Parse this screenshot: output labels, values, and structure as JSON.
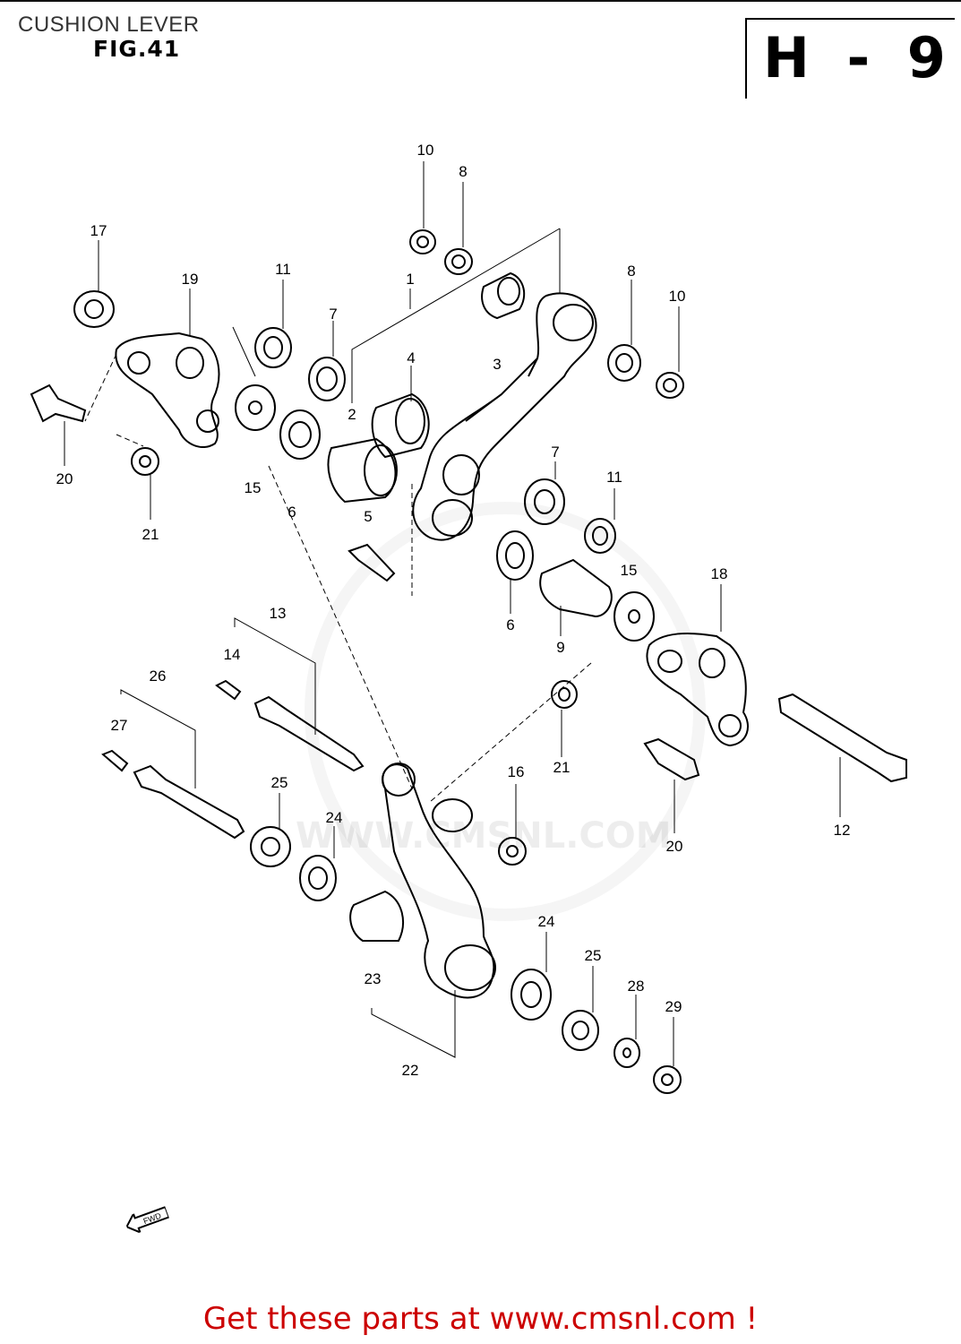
{
  "header": {
    "title": "CUSHION LEVER",
    "figure": "FIG.41",
    "section": "H - 9"
  },
  "watermark": {
    "text": "WWW.CMSNL.COM"
  },
  "callouts": {
    "c1": "1",
    "c2": "2",
    "c3": "3",
    "c4": "4",
    "c5": "5",
    "c6a": "6",
    "c6b": "6",
    "c7a": "7",
    "c7b": "7",
    "c8a": "8",
    "c8b": "8",
    "c9": "9",
    "c10a": "10",
    "c10b": "10",
    "c11a": "11",
    "c11b": "11",
    "c12": "12",
    "c13": "13",
    "c14": "14",
    "c15a": "15",
    "c15b": "15",
    "c16": "16",
    "c17": "17",
    "c18": "18",
    "c19": "19",
    "c20a": "20",
    "c20b": "20",
    "c21a": "21",
    "c21b": "21",
    "c22": "22",
    "c23": "23",
    "c24a": "24",
    "c24b": "24",
    "c25a": "25",
    "c25b": "25",
    "c26": "26",
    "c27": "27",
    "c28": "28",
    "c29": "29"
  },
  "fwd_label": "FWD",
  "footer": {
    "text": "Get these parts at www.cmsnl.com !"
  },
  "colors": {
    "line": "#000000",
    "footer": "#cc0000"
  }
}
